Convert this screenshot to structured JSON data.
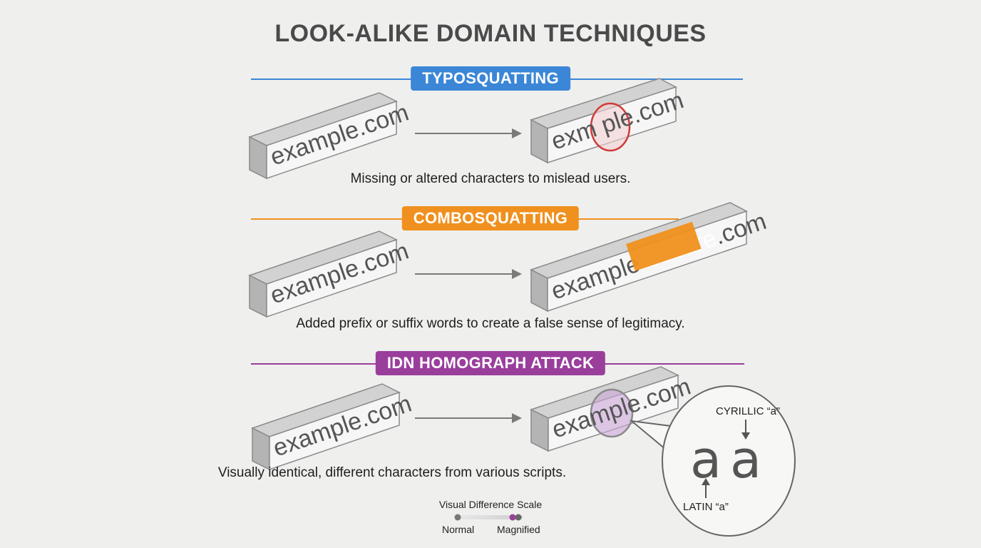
{
  "title": "LOOK-ALIKE DOMAIN TECHNIQUES",
  "colors": {
    "typo": "#3b86d6",
    "combo": "#f0901e",
    "idn": "#9a3e9c",
    "highlight_red": "#d23a3a",
    "highlight_purple": "#cda6d8"
  },
  "sections": [
    {
      "label": "TYPOSQUATTING",
      "original": "example.com",
      "lookalike": "exm ple.com",
      "caption": "Missing or altered characters to mislead users."
    },
    {
      "label": "COMBOSQUATTING",
      "original": "example.com",
      "lookalike_prefix": "example",
      "lookalike_added": "-secure",
      "lookalike_suffix": ".com",
      "caption": "Added prefix or suffix words to create a false sense of legitimacy."
    },
    {
      "label": "IDN HOMOGRAPH ATTACK",
      "original": "example.com",
      "lookalike": "example.com",
      "caption": "Visually identical, different characters from various scripts."
    }
  ],
  "magnifier": {
    "latin_glyph": "a",
    "cyrillic_glyph": "а",
    "cyrillic_label": "CYRILLIC “a”",
    "latin_label": "LATIN “a”"
  },
  "scale": {
    "title": "Visual Difference Scale",
    "low": "Normal",
    "high": "Magnified"
  }
}
